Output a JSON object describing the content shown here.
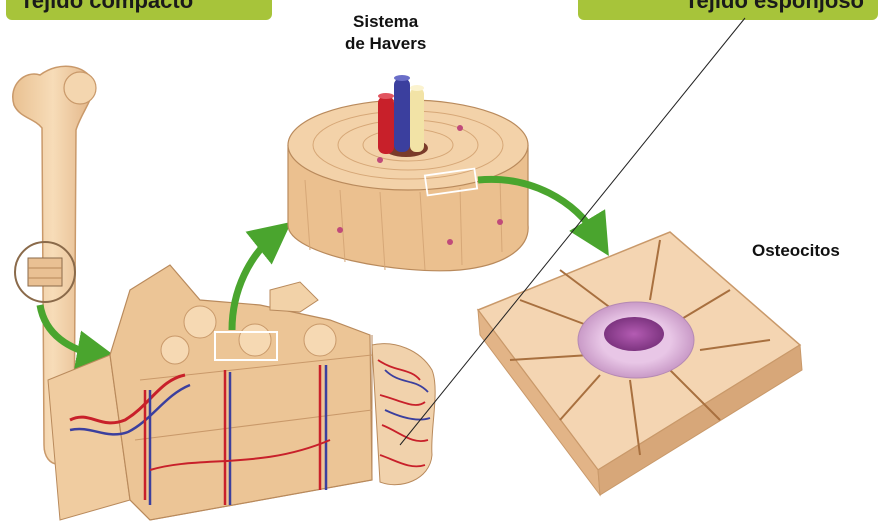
{
  "labels": {
    "compact_tag": "Tejido compacto",
    "spongy_tag": "Tejido esponjoso",
    "havers_line1": "Sistema",
    "havers_line2": "de Havers",
    "osteocytes": "Osteocitos"
  },
  "colors": {
    "tag_green": "#a7c43a",
    "arrow_green": "#4aa52e",
    "bone": "#f2cfa4",
    "bone_dark": "#d9a878",
    "artery": "#c8202a",
    "vein": "#3b3f9e",
    "cell_purple": "#9a4f9c"
  }
}
